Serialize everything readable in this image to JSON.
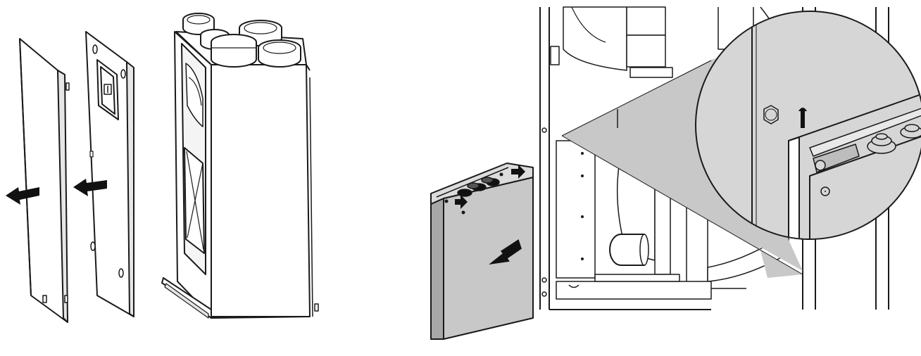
{
  "figure": {
    "panels": [
      {
        "id": "removal-of-front-covers",
        "steps": [
          "remove-outer-cover",
          "remove-inner-panel"
        ],
        "arrows": 2
      },
      {
        "id": "removal-of-electrical-box",
        "callout": "zoom-detail-screw",
        "arrows": 3
      }
    ],
    "colors": {
      "line": "#1a1a1a",
      "fill_white": "#ffffff",
      "fill_gray": "#c8c8c8",
      "fill_light_gray": "#d6d6d6",
      "arrow": "#111111"
    }
  }
}
